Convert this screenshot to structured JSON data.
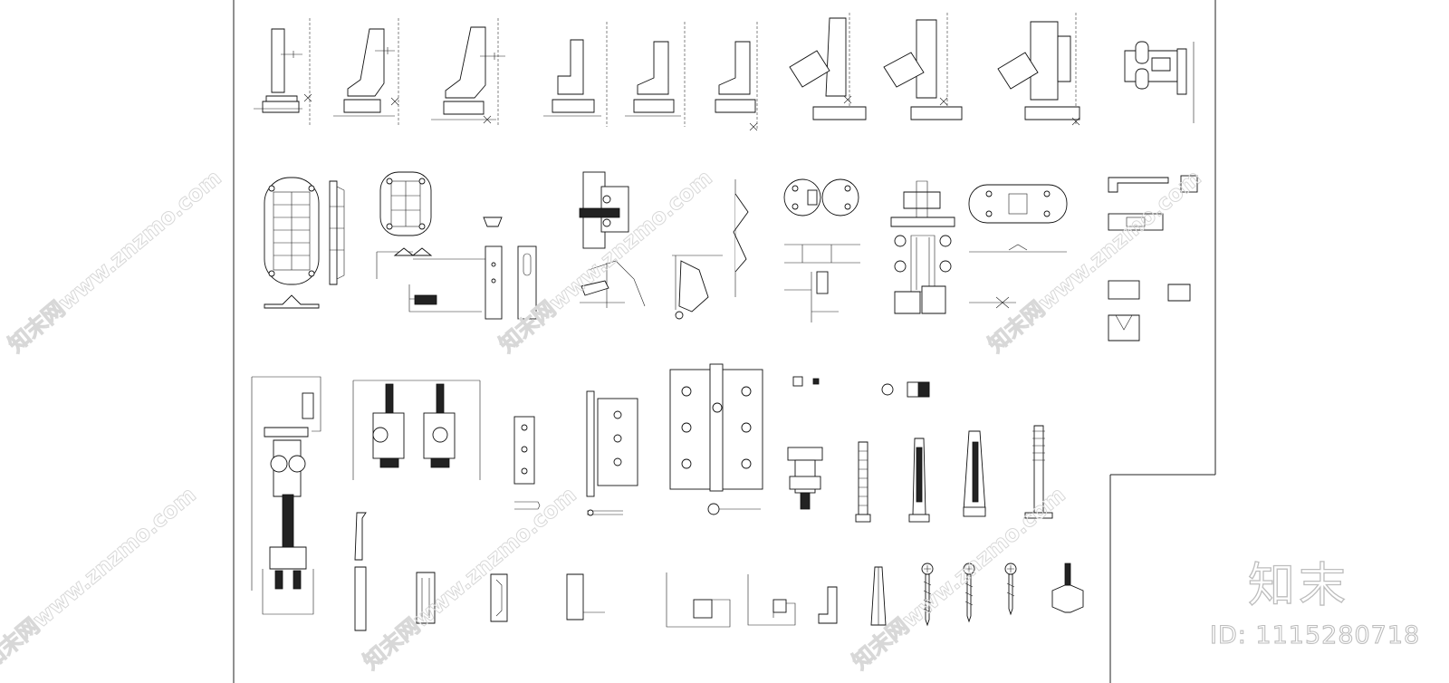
{
  "watermark": {
    "site_text": "知末网www.znzmo.com"
  },
  "brand": {
    "logo_text": "知末",
    "id_label": "ID: 1115280718"
  },
  "drawing": {
    "rows": [
      {
        "row": "concealed-cabinet-hinges",
        "count": 10
      },
      {
        "row": "special-hinges-and-catches",
        "count": 12
      },
      {
        "row": "door-hinges-rollers-anchors",
        "count": 11
      },
      {
        "row": "profiles-and-screws",
        "count": 13
      }
    ]
  }
}
